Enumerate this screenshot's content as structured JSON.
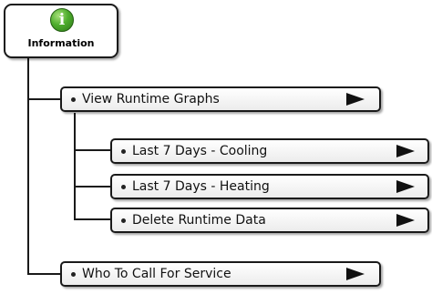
{
  "root": {
    "label": "Information",
    "icon": "info-icon",
    "icon_glyph": "i"
  },
  "menu": {
    "view_runtime_graphs": {
      "label": "View Runtime Graphs",
      "icon": "arrow-right-icon"
    },
    "submenu": [
      {
        "label": "Last 7 Days - Cooling",
        "icon": "arrow-right-icon"
      },
      {
        "label": "Last 7 Days - Heating",
        "icon": "arrow-right-icon"
      },
      {
        "label": "Delete Runtime Data",
        "icon": "arrow-right-icon"
      }
    ],
    "who_to_call": {
      "label": "Who To Call For Service",
      "icon": "arrow-right-icon"
    }
  },
  "colors": {
    "icon_green": "#4fae2e",
    "border": "#1a1a1a",
    "connector": "#1a1a1a"
  }
}
